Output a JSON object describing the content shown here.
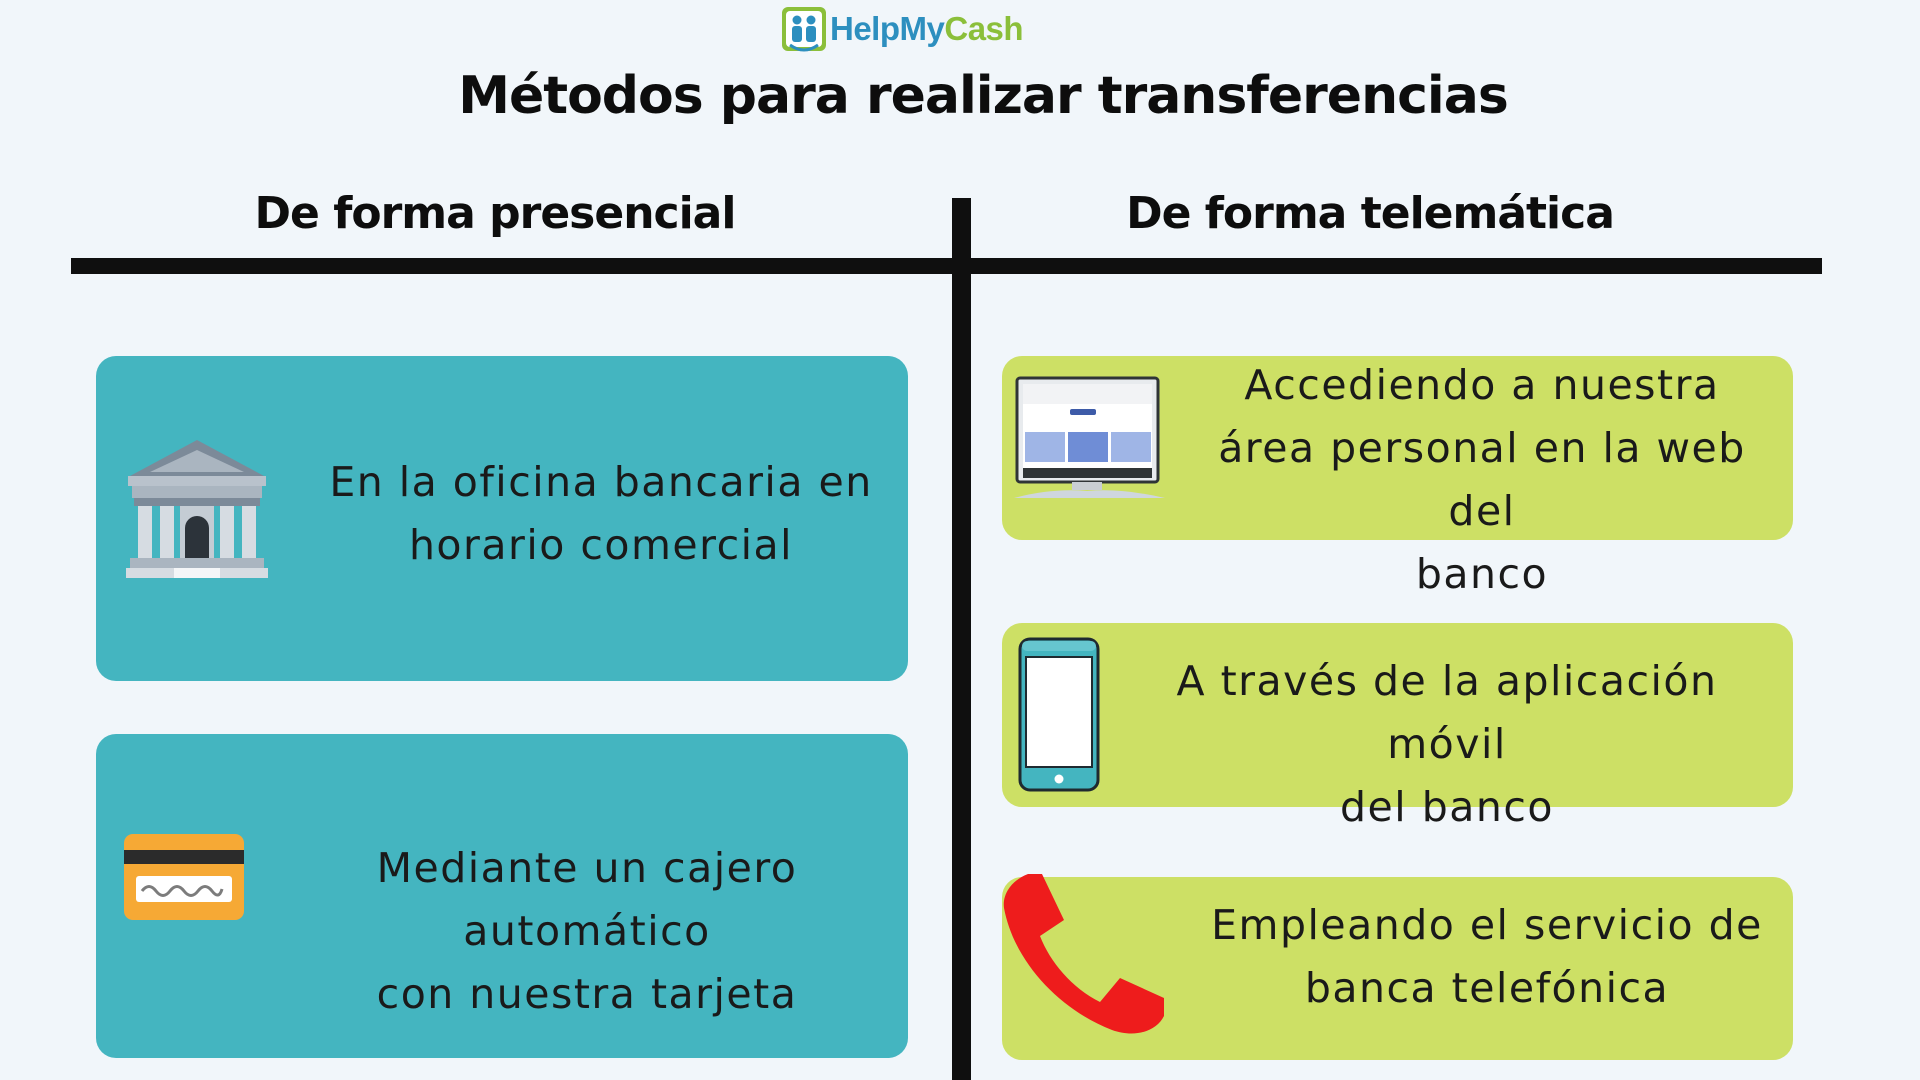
{
  "logo": {
    "text_help": "HelpMy",
    "text_cash": "Cash"
  },
  "title": "Métodos para realizar transferencias",
  "columns": {
    "left_heading": "De forma presencial",
    "right_heading": "De forma telemática"
  },
  "cards": {
    "office": {
      "text_line1": "En la oficina bancaria en",
      "text_line2": "horario comercial",
      "icon": "bank-building-icon"
    },
    "atm": {
      "text_line1": "Mediante un cajero automático",
      "text_line2": "con nuestra tarjeta",
      "icon": "credit-card-icon"
    },
    "web": {
      "text_line1": "Accediendo a nuestra",
      "text_line2": "área personal en la web del",
      "text_line3": "banco",
      "icon": "desktop-computer-icon"
    },
    "app": {
      "text_line1": "A través de la aplicación móvil",
      "text_line2": "del banco",
      "icon": "smartphone-icon"
    },
    "phone": {
      "text_line1": "Empleando el servicio de",
      "text_line2": "banca telefónica",
      "icon": "telephone-handset-icon"
    }
  },
  "colors": {
    "background": "#f1f6fa",
    "teal": "#44b5c0",
    "green": "#cde065",
    "line": "#0f0f0f",
    "phone_red": "#ee1c1c"
  }
}
